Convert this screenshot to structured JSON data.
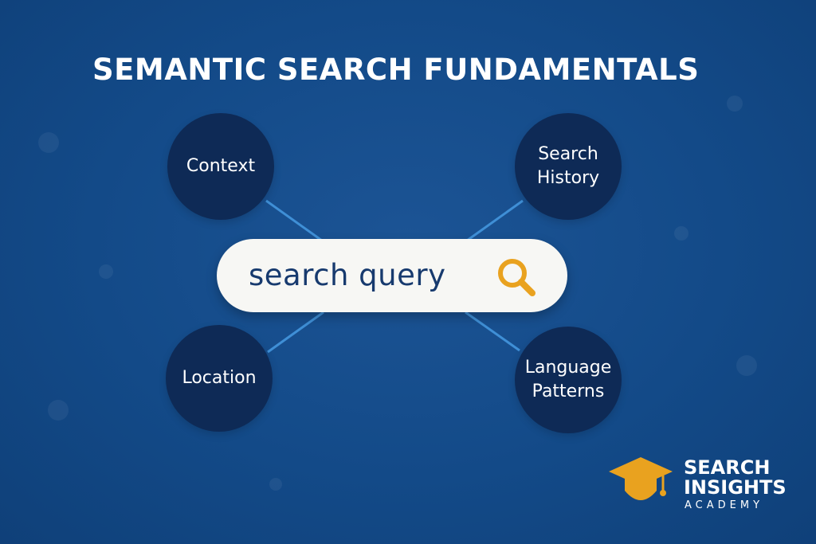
{
  "title": "SEMANTIC SEARCH FUNDAMENTALS",
  "nodes": [
    {
      "label": "Context"
    },
    {
      "label": "Search\nHistory"
    },
    {
      "label": "Location"
    },
    {
      "label": "Language\nPatterns"
    }
  ],
  "search": {
    "text": "search query",
    "icon": "magnifier-icon"
  },
  "brand": {
    "line1": "SEARCH",
    "line2": "INSIGHTS",
    "line3": "ACADEMY",
    "icon": "graduation-cap-icon"
  },
  "colors": {
    "background": "#134a88",
    "node": "#0e2a56",
    "connector": "#3f8fd6",
    "search_bar": "#f7f7f4",
    "search_text": "#173a6e",
    "accent": "#e9a21f",
    "text": "#ffffff"
  }
}
